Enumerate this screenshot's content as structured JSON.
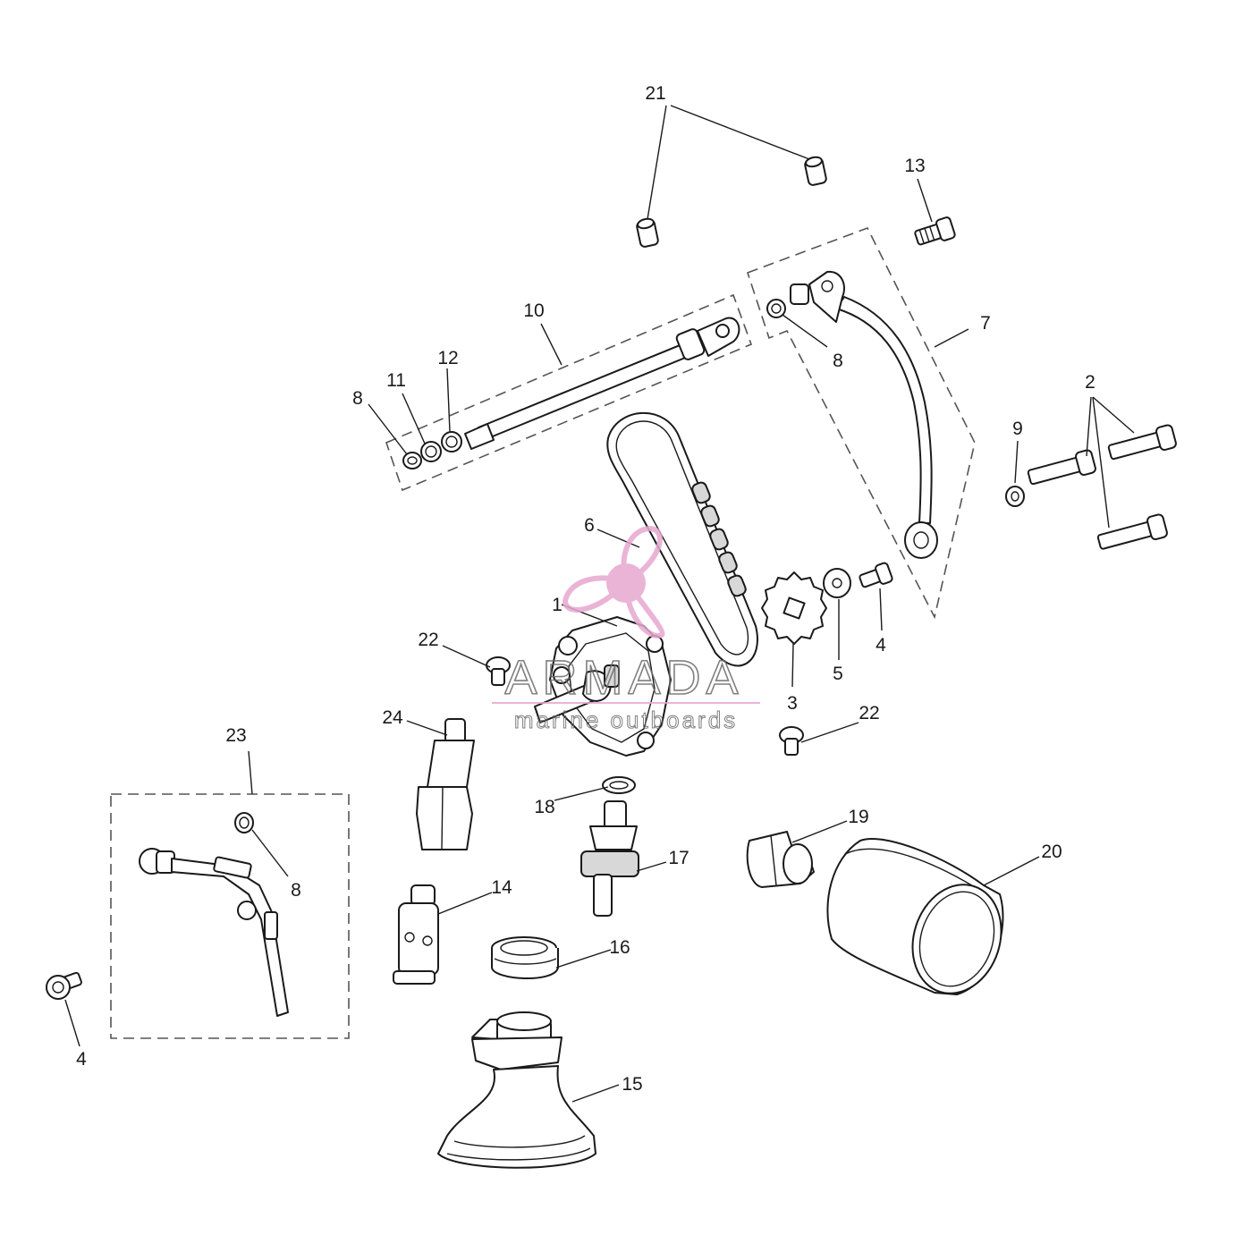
{
  "labels": [
    {
      "id": "1",
      "text": "1"
    },
    {
      "id": "2",
      "text": "2"
    },
    {
      "id": "3",
      "text": "3"
    },
    {
      "id": "4a",
      "text": "4"
    },
    {
      "id": "4b",
      "text": "4"
    },
    {
      "id": "5",
      "text": "5"
    },
    {
      "id": "6",
      "text": "6"
    },
    {
      "id": "7",
      "text": "7"
    },
    {
      "id": "8a",
      "text": "8"
    },
    {
      "id": "8b",
      "text": "8"
    },
    {
      "id": "8c",
      "text": "8"
    },
    {
      "id": "9",
      "text": "9"
    },
    {
      "id": "10",
      "text": "10"
    },
    {
      "id": "11",
      "text": "11"
    },
    {
      "id": "12",
      "text": "12"
    },
    {
      "id": "13",
      "text": "13"
    },
    {
      "id": "14",
      "text": "14"
    },
    {
      "id": "15",
      "text": "15"
    },
    {
      "id": "16",
      "text": "16"
    },
    {
      "id": "17",
      "text": "17"
    },
    {
      "id": "18",
      "text": "18"
    },
    {
      "id": "19",
      "text": "19"
    },
    {
      "id": "20",
      "text": "20"
    },
    {
      "id": "21",
      "text": "21"
    },
    {
      "id": "22a",
      "text": "22"
    },
    {
      "id": "22b",
      "text": "22"
    },
    {
      "id": "23",
      "text": "23"
    },
    {
      "id": "24",
      "text": "24"
    }
  ],
  "watermark": {
    "brand": "ARMADA",
    "tagline": "marine outboards",
    "logo_color": "#e7a8cf"
  }
}
